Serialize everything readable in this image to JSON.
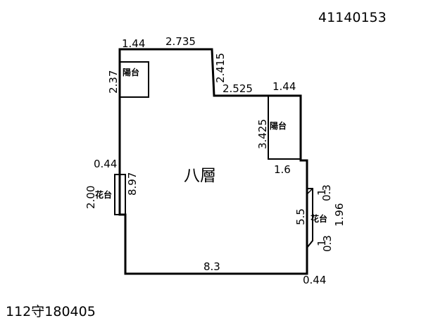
{
  "document_number": "41140153",
  "footer_code": "112守180405",
  "floor_label": "八層",
  "balcony_label": "陽台",
  "planter_label": "花台",
  "dimensions": {
    "top_left_width": "1.44",
    "top_middle_width": "2.735",
    "top_left_height": "2.37",
    "notch_height": "2.415",
    "notch_width": "2.525",
    "right_balcony_width": "1.44",
    "right_balcony_height": "3.425",
    "left_offset": "0.44",
    "left_height": "8.97",
    "left_planter": "2.00",
    "right_step": "1.6",
    "right_planter_top": "0.3",
    "right_planter_top_gap": "1",
    "right_planter_depth": "5.5",
    "right_planter_length": "1.96",
    "right_planter_bottom": "0.3",
    "right_planter_bottom_gap": "1",
    "bottom_width": "8.3",
    "bottom_offset": "0.44"
  }
}
